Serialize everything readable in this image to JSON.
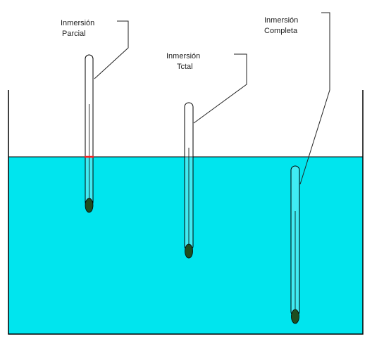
{
  "labels": {
    "partial": {
      "line1": "Inmersión",
      "line2": "Parcial"
    },
    "total": {
      "line1": "Inmersión",
      "line2": "Tctal"
    },
    "complete": {
      "line1": "Inmersión",
      "line2": "Completa"
    }
  },
  "colors": {
    "liquid": "#00e5ee",
    "bulb": "#1f4d1f",
    "immersion_mark": "#ff2020",
    "outline": "#000000",
    "leader_line": "#222222"
  }
}
